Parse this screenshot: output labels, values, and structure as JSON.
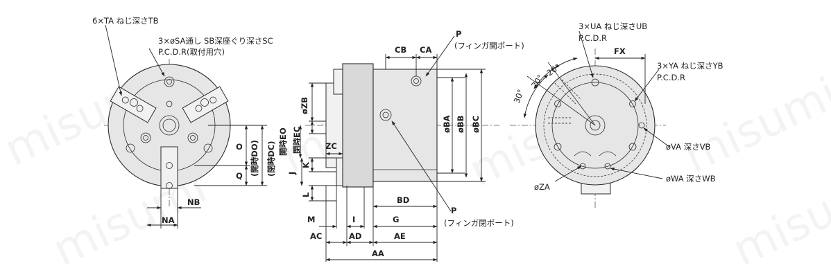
{
  "watermark": "misumi",
  "front_view": {
    "tap_holes": "6×TA ねじ深さTB",
    "mount_holes": "3×øSA通し SB深座ぐり深さSC",
    "pcd": "P.C.D.R(取付用穴)",
    "dim_o": "O",
    "dim_q": "Q",
    "dim_do": "(開時DO)",
    "dim_dc": "(閉時DC)",
    "dim_nb": "NB",
    "dim_na": "NA"
  },
  "side_view": {
    "port_top": "P",
    "port_top_note": "(フィンガ開ポート)",
    "port_bottom": "P",
    "port_bottom_note": "(フィンガ閉ポート)",
    "dim_cb": "CB",
    "dim_ca": "CA",
    "dim_zb": "øZB",
    "dim_eo": "開時EO",
    "dim_ec": "閉時EC",
    "dim_zc": "ZC",
    "dim_j": "J",
    "dim_k": "K",
    "dim_l": "L",
    "dim_ba": "øBA",
    "dim_bb": "øBB",
    "dim_bc": "øBC",
    "dim_bd": "BD",
    "dim_m": "M",
    "dim_i": "I",
    "dim_g": "G",
    "dim_ac": "AC",
    "dim_ad": "AD",
    "dim_ae": "AE",
    "dim_aa": "AA"
  },
  "rear_view": {
    "tap_u": "3×UA ねじ深さUB",
    "pcd_u": "P.C.D.R",
    "dim_fx": "FX",
    "tap_y": "3×YA ねじ深さYB",
    "pcd_y": "P.C.D.R",
    "angle_30": "30°",
    "angle_20a": "20°",
    "angle_20b": "20°",
    "hole_va": "øVA 深さVB",
    "hole_wa": "øWA 深さWB",
    "dim_za": "øZA"
  }
}
